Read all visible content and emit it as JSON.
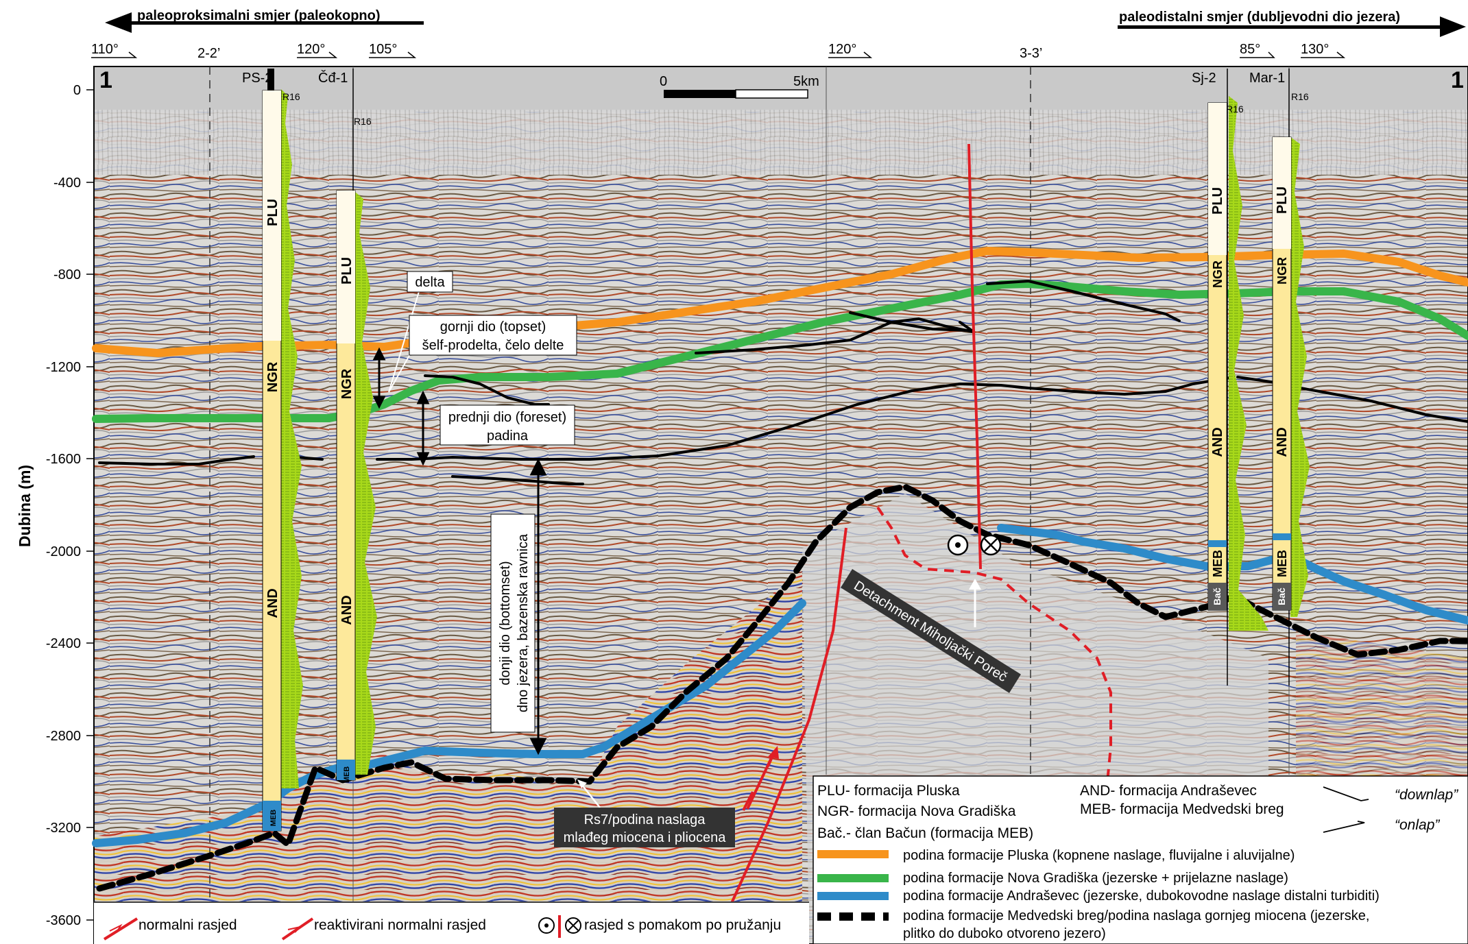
{
  "direction": {
    "left": "paleoproksimalni smjer (paleokopno)",
    "right": "paleodistalni smjer (dubljevodni dio jezera)"
  },
  "profile": {
    "label_left": "1",
    "label_right": "1"
  },
  "y_axis": {
    "label": "Dubina (m)",
    "ticks": [
      "0",
      "-400",
      "-800",
      "-1200",
      "-1600",
      "-2000",
      "-2400",
      "-2800",
      "-3200",
      "-3600"
    ]
  },
  "orientations": [
    "110°",
    "120°",
    "105°",
    "120°",
    "85°",
    "130°"
  ],
  "crosslines": [
    "2-2’",
    "3-3’"
  ],
  "wells": [
    {
      "name": "PS-2",
      "log": "R16",
      "units": [
        "PLU",
        "NGR",
        "AND",
        "MEB"
      ]
    },
    {
      "name": "Čđ-1",
      "log": "R16",
      "units": [
        "PLU",
        "NGR",
        "AND",
        "MEB"
      ]
    },
    {
      "name": "Sj-2",
      "log": "R16",
      "units": [
        "PLU",
        "NGR",
        "AND",
        "MEB",
        "Bač"
      ]
    },
    {
      "name": "Mar-1",
      "log": "R16",
      "units": [
        "PLU",
        "NGR",
        "AND",
        "MEB",
        "Bač"
      ]
    }
  ],
  "scale_bar": {
    "min": "0",
    "max": "5km"
  },
  "annotations": {
    "delta": "delta",
    "topset_1": "gornji dio (topset)",
    "topset_2": "šelf-prodelta, čelo delte",
    "foreset_1": "prednji dio (foreset)",
    "foreset_2": "padina",
    "bottomset_1": "donji dio (bottomset)",
    "bottomset_2": "dno jezera, bazenska ravnica",
    "rs7_1": "Rs7/podina naslaga",
    "rs7_2": "mlađeg miocena i pliocena",
    "detachment": "Detachment Miholjački Poreč"
  },
  "bottom_legend": [
    "normalni rasjed",
    "reaktivirani normalni rasjed",
    "rasjed s pomakom po pružanju"
  ],
  "legend": {
    "formations": [
      "PLU- formacija Pluska",
      "NGR- formacija Nova Gradiška",
      "Bač.- član Bačun (formacija MEB)",
      "AND- formacija Andraševec",
      "MEB- formacija Medvedski breg"
    ],
    "terminations": [
      "“downlap”",
      "“onlap”"
    ],
    "horizons": [
      {
        "label": "podina formacije Pluska (kopnene naslage, fluvijalne i aluvijalne)",
        "color": "#f7941d"
      },
      {
        "label": "podina formacije Nova Gradiška (jezerske + prijelazne naslage)",
        "color": "#39b54a"
      },
      {
        "label": "podina formacije Andraševec (jezerske, dubokovodne naslage distalni turbiditi)",
        "color": "#2e8bc9"
      },
      {
        "label": "podina formacije Medvedski breg/podina naslaga gornjeg miocena (jezerske,",
        "label2": "plitko do duboko otvoreno jezero)",
        "color": "#000000"
      }
    ]
  },
  "colors": {
    "orange": "#f7941d",
    "green": "#39b54a",
    "blue": "#2e8bc9",
    "red": "#e01e26",
    "well_fill": "#fde99b",
    "log_green": "#a8d91a"
  }
}
